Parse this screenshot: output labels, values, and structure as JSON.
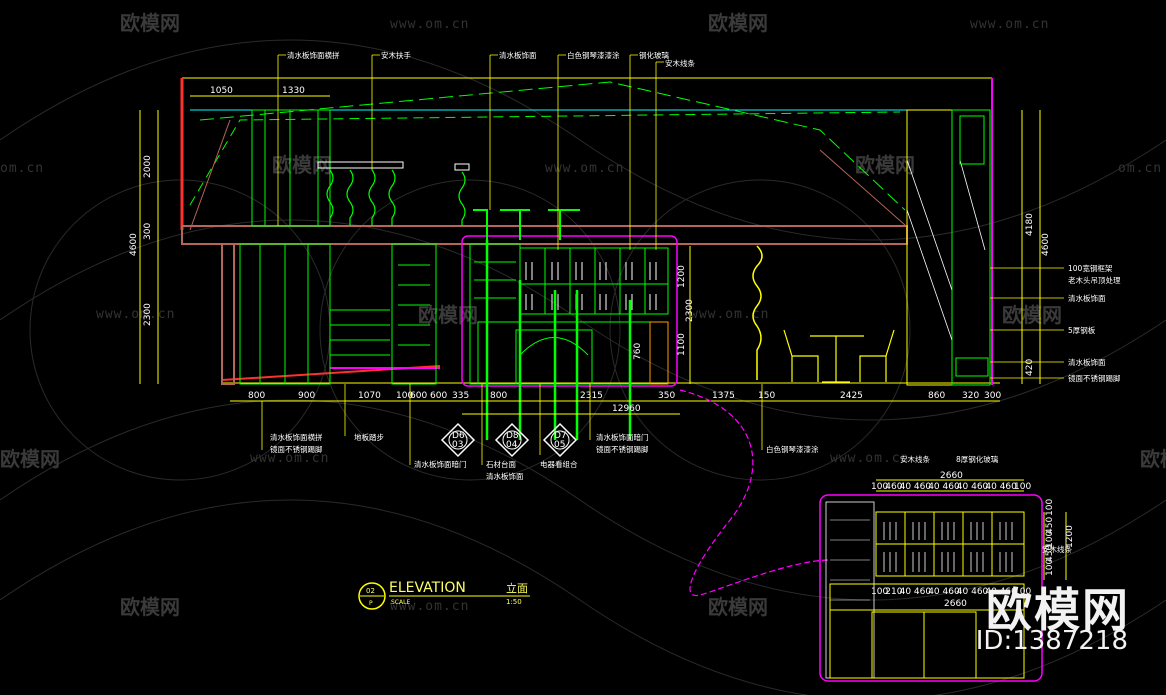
{
  "watermark": {
    "brand": "欧模网",
    "url": "www.om.cn",
    "url_short": "om.cn"
  },
  "title": {
    "number": "02",
    "sheet": "P",
    "label": "ELEVATION",
    "label_cn": "立面",
    "scale_label": "SCALE",
    "scale_value": "1:50"
  },
  "dims_bottom": [
    "800",
    "900",
    "1070",
    "100",
    "600",
    "600",
    "335",
    "800",
    "2315",
    "350",
    "1375",
    "150",
    "2425",
    "860",
    "320",
    "300"
  ],
  "dims_total": "12960",
  "dims_top": [
    "1050",
    "1330"
  ],
  "dims_left": [
    "2000",
    "300",
    "2300",
    "4600"
  ],
  "dims_right": [
    "4180",
    "4600",
    "420"
  ],
  "dims_mid": [
    "1200",
    "2300",
    "1100",
    "760"
  ],
  "annotations_top": [
    "清水板饰面横拼",
    "安木扶手",
    "清水板饰面",
    "白色钢琴漆漆涂",
    "钢化玻璃",
    "安木线条"
  ],
  "annotations_right": [
    "100宽钢框架",
    "老木头吊顶处理",
    "清水板饰面",
    "5厚钢板",
    "清水板饰面",
    "镜面不锈钢踢脚"
  ],
  "annotations_bottom": [
    "清水板饰面横拼",
    "镜面不锈钢踢脚",
    "地板踏步",
    "清水板饰面暗门",
    "石材台面",
    "清水板饰面",
    "清水板饰面暗门",
    "镜面不锈钢踢脚",
    "电器看组合",
    "白色钢琴漆漆涂"
  ],
  "section_markers": [
    {
      "id": "D6",
      "sheet": "03"
    },
    {
      "id": "D8",
      "sheet": "04"
    },
    {
      "id": "D7",
      "sheet": "05"
    }
  ],
  "detail": {
    "top_notes": [
      "安木线条",
      "8厚钢化玻璃"
    ],
    "width": "2660",
    "segments": [
      "100",
      "460",
      "40",
      "460",
      "40",
      "460",
      "40",
      "460",
      "40",
      "460",
      "100"
    ],
    "bottom_segments": [
      "100",
      "210",
      "40",
      "460",
      "40",
      "460",
      "40",
      "460",
      "40",
      "460",
      "100"
    ],
    "side_dims": [
      "100",
      "450",
      "100",
      "450",
      "100",
      "1200"
    ],
    "side_note": "安木线条",
    "bottom_width": "2660"
  },
  "brand": {
    "name": "欧模网",
    "id": "ID:1387218"
  },
  "colors": {
    "green": "#00ff00",
    "yellow": "#ffff00",
    "cyan": "#00ffff",
    "magenta": "#ff00ff",
    "brown": "#b5655a",
    "red": "#ff3030",
    "white": "#ffffff"
  }
}
